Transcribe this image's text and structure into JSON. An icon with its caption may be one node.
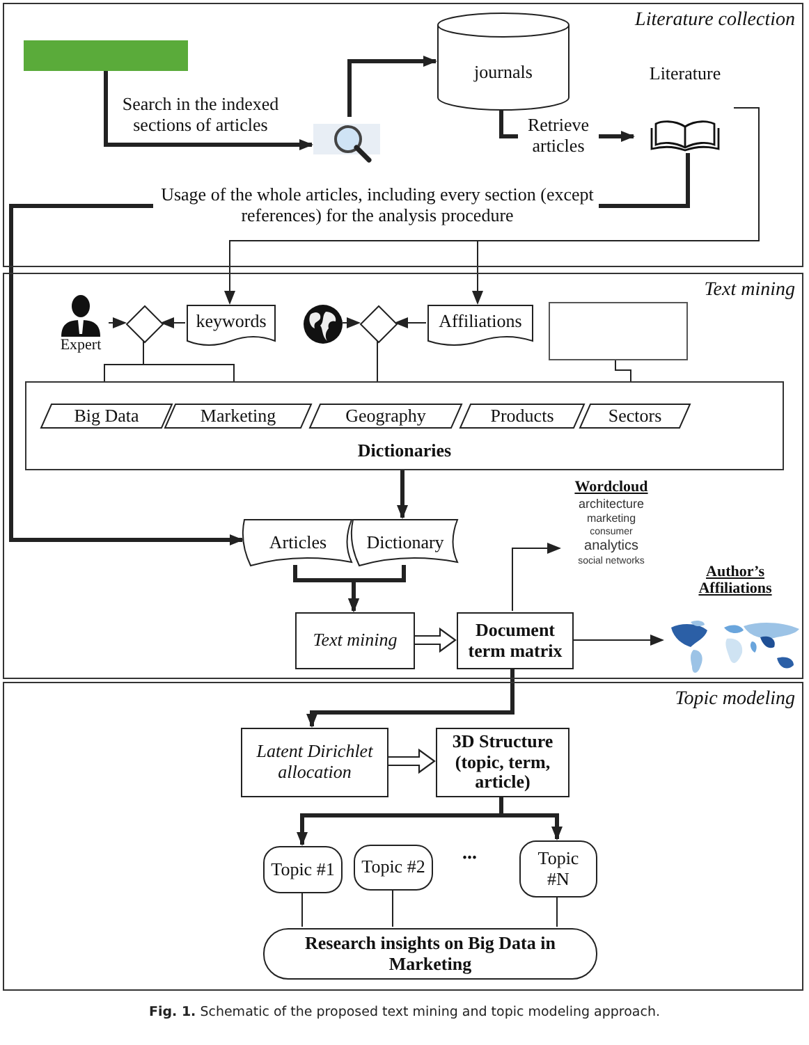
{
  "diagram": {
    "caption": "**Fig. 1.** Schematic of the proposed text mining and topic modeling approach.",
    "nodes": [
      {
        "text": [
          "Literature collection"
        ]
      },
      {
        "text": [],
        "shape": "box",
        "in": 0
      },
      {
        "text": [],
        "shape": "magnifier",
        "in": 0
      },
      {
        "text": [
          "journals"
        ],
        "in": 0
      },
      {
        "text": [
          "Literature"
        ],
        "in": 0
      },
      {
        "text": [
          "Usage of the whole articles, including every section (except references) for the analysis procedure"
        ],
        "in": 0
      },
      {
        "text": [
          "Text mining"
        ]
      },
      {
        "text": [],
        "shape": "person",
        "beside": [
          "Expert"
        ],
        "in": 6
      },
      {
        "text": [],
        "shape": "diamond",
        "in": 6
      },
      {
        "text": [
          "keywords"
        ],
        "in": 6
      },
      {
        "text": [],
        "shape": "globe",
        "in": 6
      },
      {
        "text": [],
        "shape": "diamond",
        "in": 6
      },
      {
        "text": [
          "Affiliations"
        ],
        "in": 6
      },
      {
        "text": [],
        "shape": "box",
        "in": 6
      },
      {
        "text": [
          "Dictionaries"
        ],
        "in": 6
      },
      {
        "text": [
          "Big Data"
        ],
        "in": 14
      },
      {
        "text": [
          "Marketing"
        ],
        "in": 14
      },
      {
        "text": [
          "Geography"
        ],
        "in": 14
      },
      {
        "text": [
          "Products"
        ],
        "in": 14
      },
      {
        "text": [
          "Sectors"
        ],
        "in": 14
      },
      {
        "text": [
          "Articles"
        ],
        "in": 6
      },
      {
        "text": [
          "Dictionary"
        ],
        "in": 6
      },
      {
        "text": [
          "Text mining"
        ],
        "in": 6
      },
      {
        "text": [
          "Document term matrix"
        ],
        "in": 6
      },
      {
        "text": [
          "Wordcloud",
          "architecture",
          "marketing",
          "consumer",
          "analytics",
          "social networks"
        ],
        "in": 6
      },
      {
        "text": [
          "Author’s Affiliations"
        ],
        "in": 6
      },
      {
        "text": [
          "Topic modeling"
        ]
      },
      {
        "text": [
          "Latent Dirichlet allocation"
        ],
        "in": 26
      },
      {
        "text": [
          "3D Structure (topic, term, article)"
        ],
        "in": 26
      },
      {
        "text": [
          "Topic #1"
        ],
        "in": 26
      },
      {
        "text": [
          "Topic #2"
        ],
        "in": 26
      },
      {
        "text": [
          "Topic #N"
        ],
        "in": 26
      },
      {
        "text": [
          "Research insights on Big Data in Marketing"
        ],
        "in": 26
      }
    ],
    "edges": [
      {
        "from": 1,
        "to": 2,
        "arrow": "to",
        "label": "Search in the indexed sections of articles",
        "style": "thick"
      },
      {
        "from": 2,
        "to": 3,
        "arrow": "to",
        "style": "thick"
      },
      {
        "from": 3,
        "to": 4,
        "arrow": "to",
        "label": "Retrieve articles",
        "style": "thick"
      },
      {
        "from": 4,
        "to": 5,
        "arrow": "none",
        "style": "thick"
      },
      {
        "from": 5,
        "to": 20,
        "arrow": "to",
        "style": "thick"
      },
      {
        "from": 4,
        "to": 9,
        "arrow": "to"
      },
      {
        "from": 4,
        "to": 12,
        "arrow": "to"
      },
      {
        "from": 7,
        "to": 8,
        "arrow": "to"
      },
      {
        "from": 9,
        "to": 8,
        "arrow": "to"
      },
      {
        "from": 8,
        "to": 15,
        "arrow": "to"
      },
      {
        "from": 8,
        "to": 16,
        "arrow": "to"
      },
      {
        "from": 10,
        "to": 11,
        "arrow": "to"
      },
      {
        "from": 12,
        "to": 11,
        "arrow": "to"
      },
      {
        "from": 11,
        "to": 17,
        "arrow": "to"
      },
      {
        "from": 13,
        "to": 19,
        "arrow": "to"
      },
      {
        "from": 14,
        "to": 21,
        "arrow": "to",
        "style": "thick"
      },
      {
        "from": 20,
        "to": 22,
        "arrow": "to",
        "style": "thick"
      },
      {
        "from": 21,
        "to": 22,
        "arrow": "to",
        "style": "thick"
      },
      {
        "from": 22,
        "to": 23,
        "arrow": "to"
      },
      {
        "from": 23,
        "to": 24,
        "arrow": "to"
      },
      {
        "from": 23,
        "to": 25,
        "arrow": "to"
      },
      {
        "from": 23,
        "to": 27,
        "arrow": "to",
        "style": "thick"
      },
      {
        "from": 27,
        "to": 28,
        "arrow": "to"
      },
      {
        "from": 28,
        "to": 29,
        "arrow": "to",
        "style": "thick"
      },
      {
        "from": 28,
        "to": 31,
        "arrow": "to",
        "style": "thick"
      },
      {
        "from": 29,
        "to": 32,
        "arrow": "none"
      },
      {
        "from": 30,
        "to": 32,
        "arrow": "none"
      },
      {
        "from": 31,
        "to": 32,
        "arrow": "none"
      }
    ],
    "labels": [
      "..."
    ]
  }
}
